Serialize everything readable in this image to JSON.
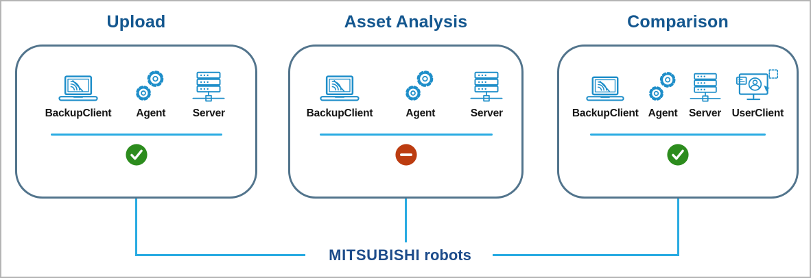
{
  "colors": {
    "panel_border": "#52748c",
    "title_text": "#14578f",
    "icon_stroke": "#1e8ec9",
    "divider_line": "#29abe2",
    "connector_line": "#29abe2",
    "status_ok": "#2c8c1d",
    "status_unavailable": "#bc3c10",
    "component_label": "#141414",
    "brand_text": "#1c4b8a",
    "outer_frame": "#b4b4b4"
  },
  "panels": [
    {
      "title": "Upload",
      "items": [
        {
          "label": "BackupClient",
          "icon": "laptop-backup-icon"
        },
        {
          "label": "Agent",
          "icon": "gears-icon"
        },
        {
          "label": "Server",
          "icon": "server-icon"
        }
      ],
      "status": {
        "state": "ok",
        "icon": "check-icon"
      }
    },
    {
      "title": "Asset Analysis",
      "items": [
        {
          "label": "BackupClient",
          "icon": "laptop-backup-icon"
        },
        {
          "label": "Agent",
          "icon": "gears-icon"
        },
        {
          "label": "Server",
          "icon": "server-icon"
        }
      ],
      "status": {
        "state": "unavailable",
        "icon": "minus-icon"
      }
    },
    {
      "title": "Comparison",
      "items": [
        {
          "label": "BackupClient",
          "icon": "laptop-backup-icon"
        },
        {
          "label": "Agent",
          "icon": "gears-icon"
        },
        {
          "label": "Server",
          "icon": "server-icon"
        },
        {
          "label": "UserClient",
          "icon": "user-client-icon"
        }
      ],
      "status": {
        "state": "ok",
        "icon": "check-icon"
      }
    }
  ],
  "footer": {
    "brand_primary": "MITSUBISHI",
    "brand_secondary": "robots"
  }
}
